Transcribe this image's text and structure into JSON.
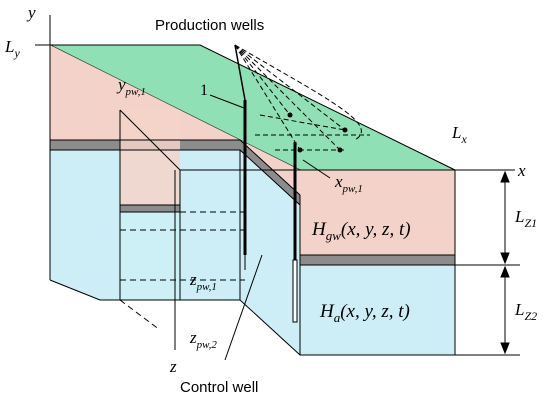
{
  "labels": {
    "production_wells": "Production wells",
    "control_well": "Control well",
    "well_number": "1",
    "axis_x": "x",
    "axis_y": "y",
    "axis_z": "z",
    "l_y": "L",
    "l_y_sub": "y",
    "l_x": "L",
    "l_x_sub": "x",
    "l_z1": "L",
    "l_z1_sub": "Z1",
    "l_z2": "L",
    "l_z2_sub": "Z2",
    "y_pw1": "y",
    "y_pw1_sub": "pw,1",
    "x_pw1": "x",
    "x_pw1_sub": "pw,1",
    "z_pw1": "z",
    "z_pw1_sub": "pw,1",
    "z_pw2": "z",
    "z_pw2_sub": "pw,2",
    "h_gw": "H",
    "h_gw_sub": "gw",
    "h_gw_args": "(x, y, z, t)",
    "h_a": "H",
    "h_a_sub": "a",
    "h_a_args": "(x, y, z, t)"
  },
  "colors": {
    "top_surface": "#8fe0b4",
    "upper_layer": "#f3d3c9",
    "separator": "#8c8c8c",
    "lower_layer": "#cdeef6",
    "outline": "#000000"
  }
}
